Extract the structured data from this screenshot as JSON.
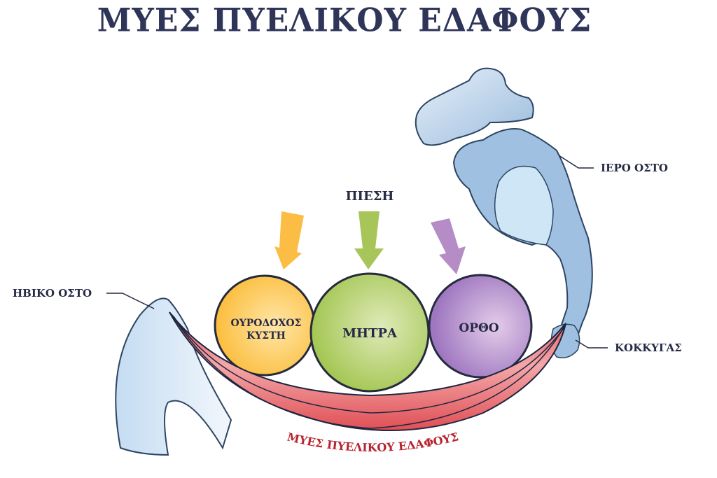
{
  "title": "ΜΥΕΣ ΠΥΕΛΙΚΟΥ ΕΔΑΦΟΥΣ",
  "pressure_label": "ΠΙΕΣΗ",
  "organs": [
    {
      "line1": "ΟΥΡΟΔΟΧΟΣ",
      "line2": "ΚΥΣΤΗ",
      "color": "#fcc349"
    },
    {
      "line1": "ΜΗΤΡΑ",
      "color": "#a9cb5a"
    },
    {
      "line1": "ΟΡΘΟ",
      "color": "#a67fc2"
    }
  ],
  "arrows": [
    {
      "color": "#fbbd44"
    },
    {
      "color": "#a8c55a"
    },
    {
      "color": "#b68cc6"
    }
  ],
  "bones": {
    "pubic": "ΗΒΙΚΟ ΟΣΤΟ",
    "sacrum": "ΙΕΡΟ ΟΣΤΟ",
    "coccyx": "ΚΟΚΚΥΓΑΣ"
  },
  "muscle_label": "ΜΥΕΣ ΠΥΕΛΙΚΟΥ ΕΔΑΦΟΥΣ",
  "colors": {
    "title": "#2f3559",
    "muscle": "#e0565a",
    "muscle_label": "#b8232f",
    "bone": "#c9def2",
    "outline": "#2a3350"
  }
}
